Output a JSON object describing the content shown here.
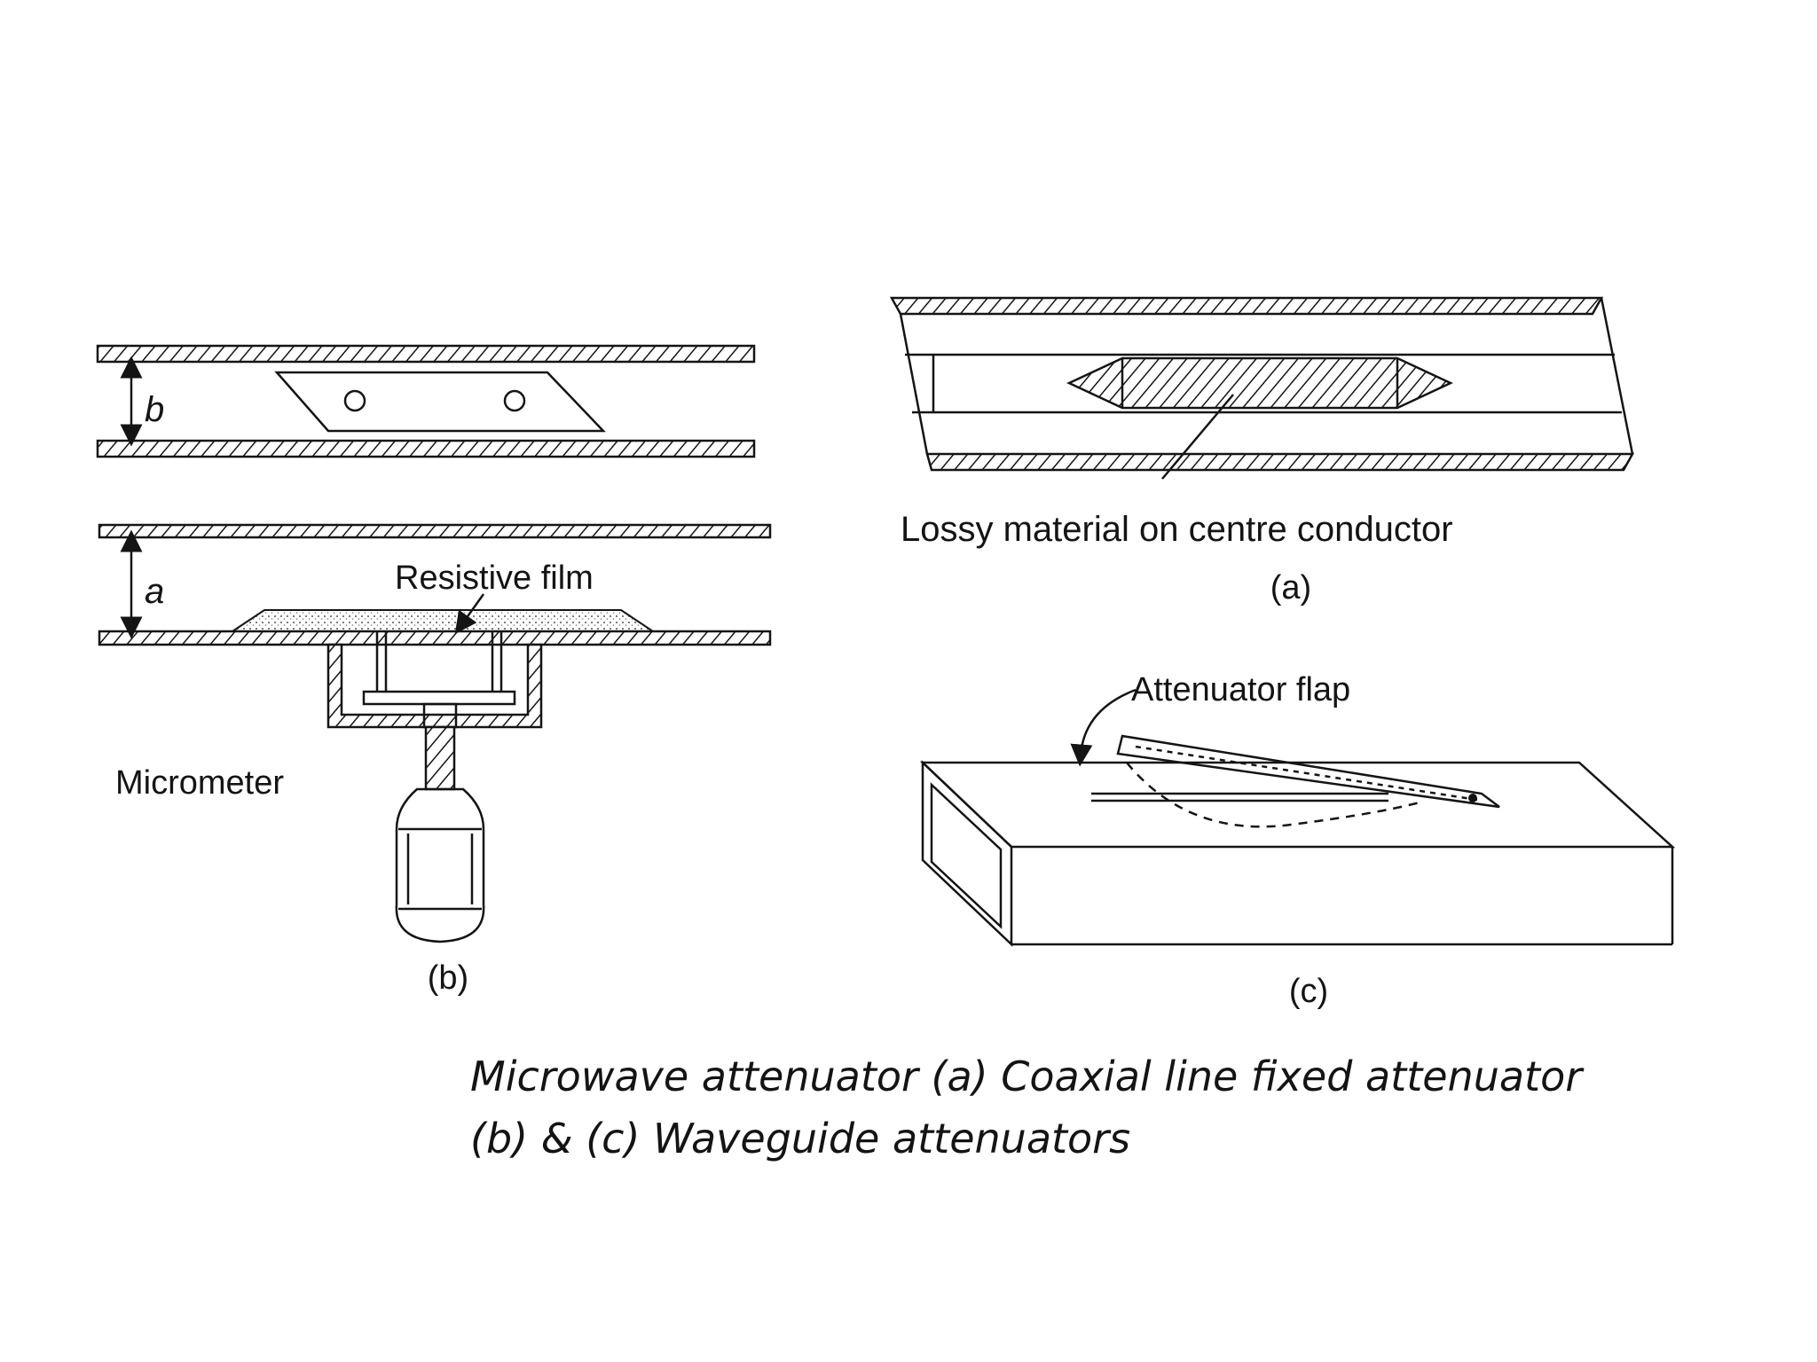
{
  "figure": {
    "part_a": {
      "annotation": "Lossy material on centre conductor",
      "sublabel": "(a)"
    },
    "part_b": {
      "dim_b": "b",
      "dim_a": "a",
      "film_label": "Resistive film",
      "micrometer_label": "Micrometer",
      "sublabel": "(b)"
    },
    "part_c": {
      "flap_label": "Attenuator flap",
      "sublabel": "(c)"
    },
    "caption": {
      "line1": "Microwave attenuator (a) Coaxial line fixed attenuator",
      "line2": "(b) & (c) Waveguide attenuators"
    }
  }
}
